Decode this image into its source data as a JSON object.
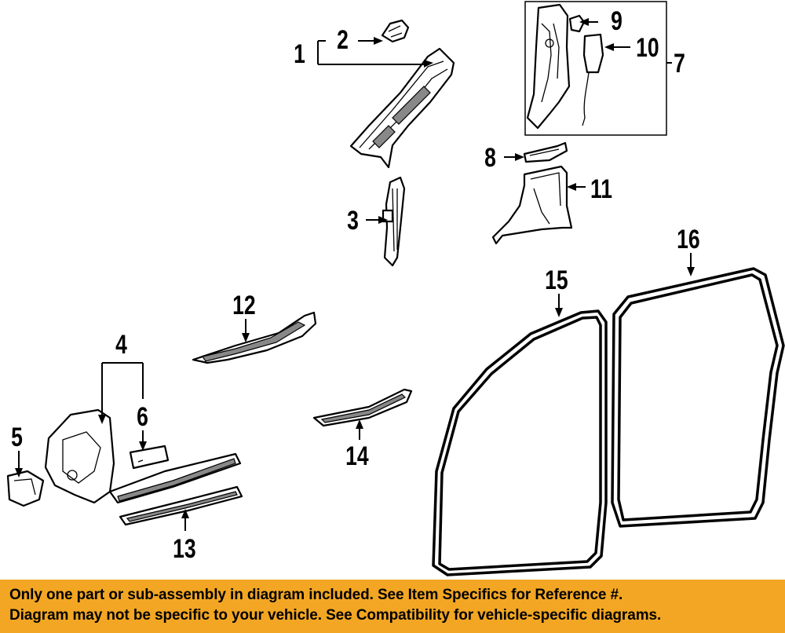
{
  "callouts": {
    "c1": "1",
    "c2": "2",
    "c3": "3",
    "c4": "4",
    "c5": "5",
    "c6": "6",
    "c7": "7",
    "c8": "8",
    "c9": "9",
    "c10": "10",
    "c11": "11",
    "c12": "12",
    "c13": "13",
    "c14": "14",
    "c15": "15",
    "c16": "16"
  },
  "banner": {
    "line1": "Only one part or sub-assembly in diagram included. See Item Specifics for Reference #.",
    "line2": "Diagram may not be specific to your vehicle. See Compatibility for vehicle-specific diagrams."
  },
  "colors": {
    "banner_bg": "#f2a623",
    "line": "#000000",
    "background": "#ffffff"
  }
}
